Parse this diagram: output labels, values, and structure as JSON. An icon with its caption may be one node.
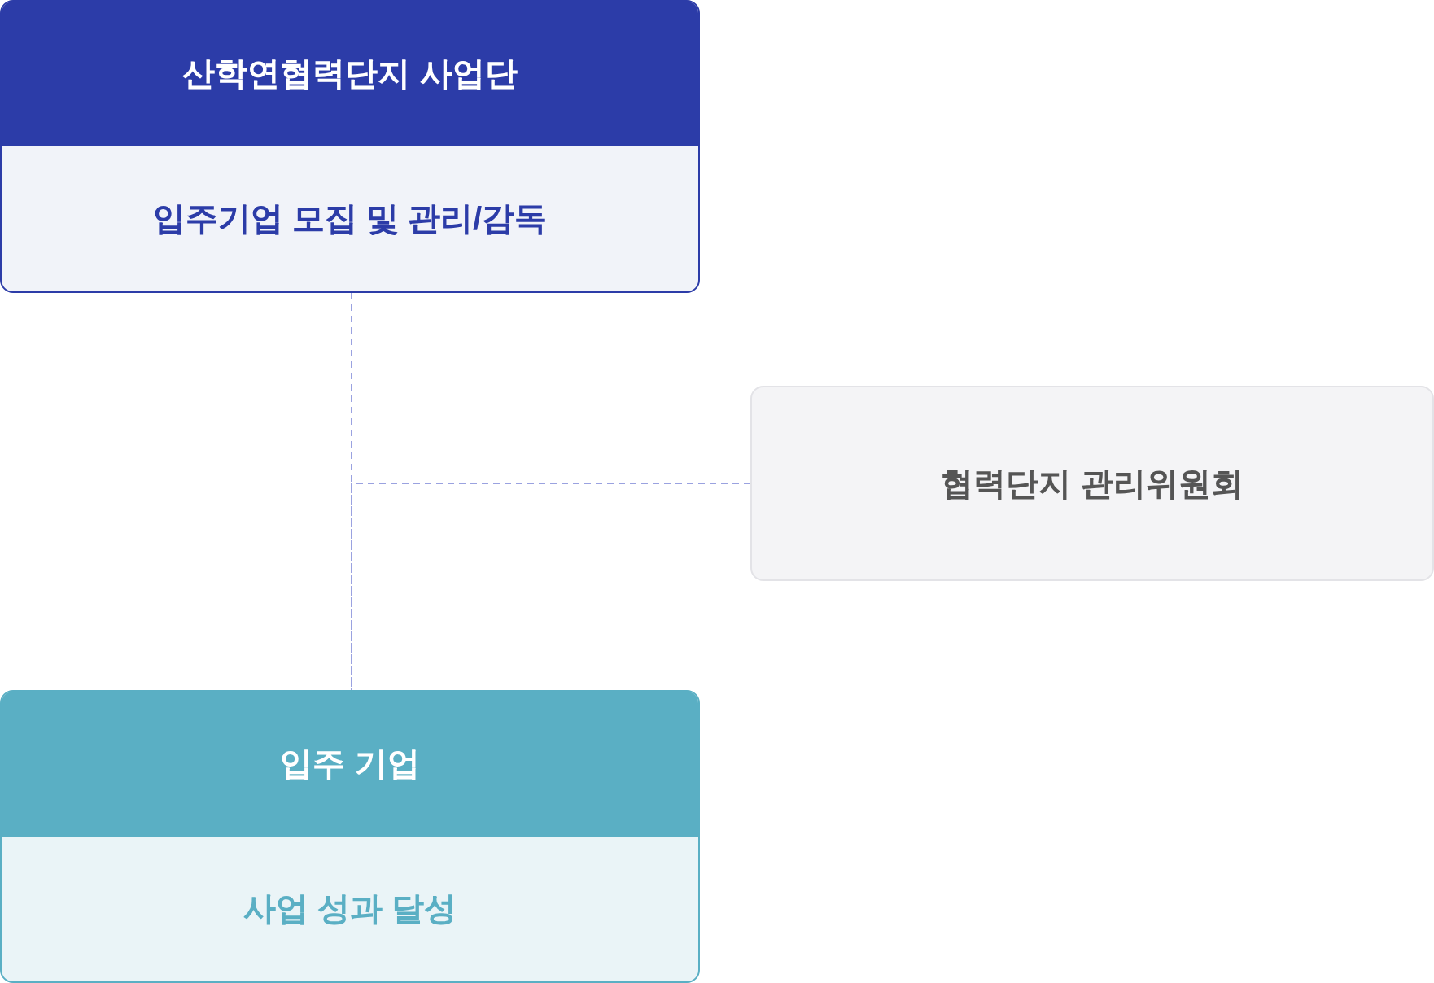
{
  "diagram": {
    "nodes": [
      {
        "text": [
          "산학연협력단지 사업단",
          "입주기업 모집 및 관리/감독"
        ]
      },
      {
        "text": [
          "협력단지 관리위원회"
        ]
      },
      {
        "text": [
          "입주 기업",
          "사업 성과 달성"
        ]
      }
    ],
    "edges": [
      {
        "from": 0,
        "to": 2,
        "arrow": "none",
        "style": "dashed"
      },
      {
        "from": 1,
        "to": 2,
        "arrow": "none",
        "style": "dashed"
      }
    ]
  }
}
